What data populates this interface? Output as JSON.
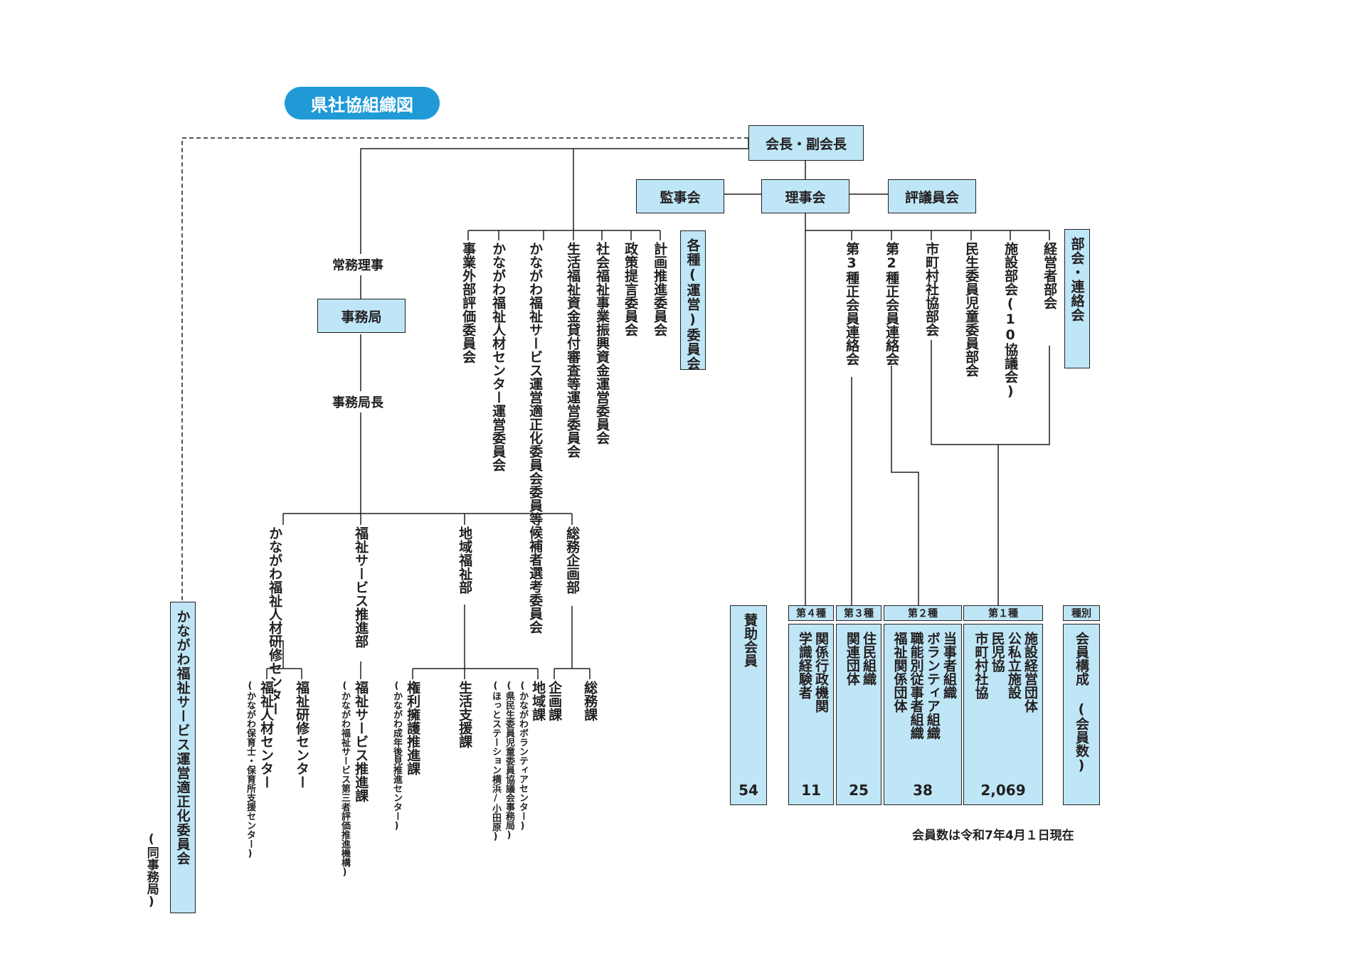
{
  "title": "県社協組織図",
  "top": {
    "president": "会長・副会長",
    "auditors": "監事会",
    "board": "理事会",
    "councilors": "評議員会"
  },
  "secretariat": {
    "managing_director": "常務理事",
    "office": "事務局",
    "office_head": "事務局長"
  },
  "committees": {
    "group_label": "各種(運営)委員会",
    "items": [
      "計画推進委員会",
      "政策提言委員会",
      "社会福祉事業振興資金運営委員会",
      "生活福祉資金貸付審査等運営委員会",
      "かながわ福祉サービス運営適正化委員会委員等候補者選考委員会",
      "かながわ福祉人材センター運営委員会",
      "事業外部評価委員会"
    ]
  },
  "sections": {
    "group_label": "部会・連絡会",
    "items": [
      "経営者部会",
      "施設部会(10協議会)",
      "民生委員児童委員部会",
      "市町村社協部会",
      "第2種正会員連絡会",
      "第3種正会員連絡会"
    ]
  },
  "departments": [
    {
      "name": "総務企画部",
      "units": [
        {
          "name": "総務課"
        },
        {
          "name": "企画課"
        }
      ]
    },
    {
      "name": "地域福祉部",
      "units": [
        {
          "name": "地域課",
          "notes": [
            "(かながわボランティアセンター)",
            "(県民生委員児童委員協議会事務局)",
            "(ほっとステーション横浜/小田原)"
          ]
        },
        {
          "name": "生活支援課"
        },
        {
          "name": "権利擁護推進課",
          "notes": [
            "(かながわ成年後見推進センター)"
          ]
        }
      ]
    },
    {
      "name": "福祉サービス推進部",
      "units": [
        {
          "name": "福祉サービス推進課",
          "notes": [
            "(かながわ福祉サービス第三者評価推進機構)"
          ]
        }
      ]
    },
    {
      "name": "かながわ福祉人材研修センター",
      "units": [
        {
          "name": "福祉研修センター"
        },
        {
          "name": "福祉人材センター",
          "notes": [
            "(かながわ保育士・保育所支援センター)"
          ]
        }
      ]
    }
  ],
  "external": {
    "name": "かながわ福祉サービス運営適正化委員会",
    "note": "(同事務局)"
  },
  "members": {
    "type_header": "種別",
    "type_label": "会員構成 (会員数)",
    "columns": [
      {
        "header": "第１種",
        "items": [
          "施設経営団体",
          "公私立施設",
          "民児協",
          "市町村社協"
        ],
        "count": "2,069"
      },
      {
        "header": "第２種",
        "items": [
          "当事者組織",
          "ボランティア組織",
          "職能別従事者組織",
          "福祉関係団体"
        ],
        "count": "38"
      },
      {
        "header": "第３種",
        "items": [
          "住民組織",
          "関連団体"
        ],
        "count": "25"
      },
      {
        "header": "第４種",
        "items": [
          "関係行政機関",
          "学識経験者"
        ],
        "count": "11"
      }
    ],
    "supporting": {
      "label": "賛助会員",
      "count": "54"
    },
    "as_of": "会員数は令和7年4月１日現在"
  }
}
